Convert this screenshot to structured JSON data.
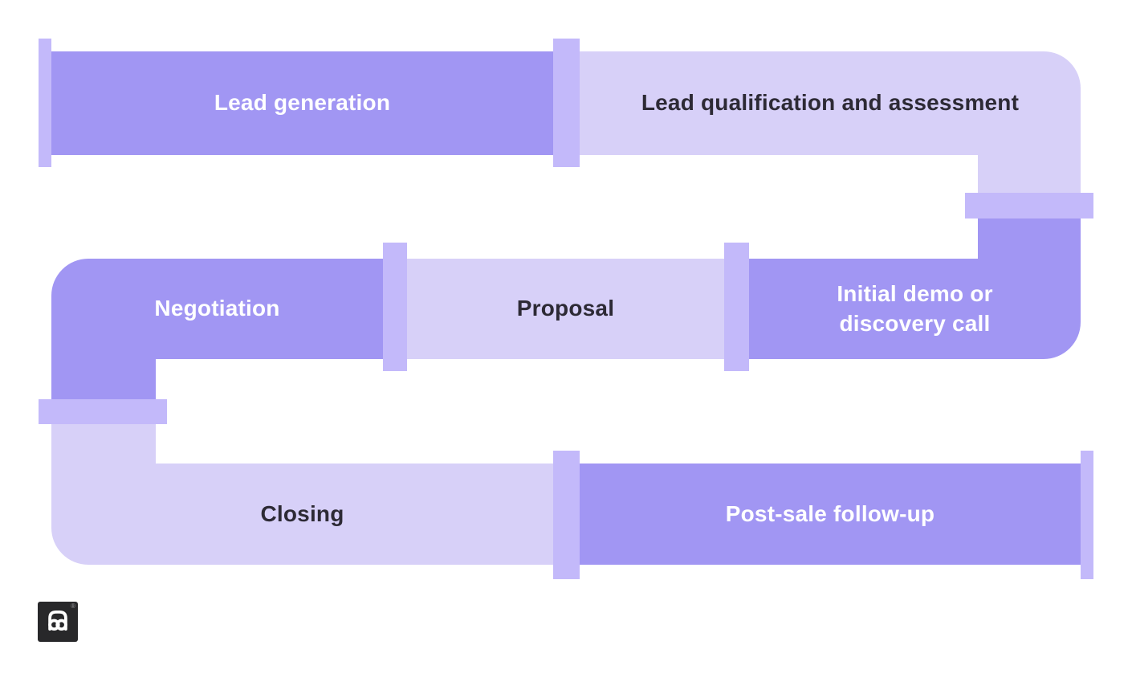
{
  "diagram": {
    "kind": "sales-pipeline-pipe-flow",
    "stages": [
      {
        "id": "lead-generation",
        "label": "Lead generation",
        "variant": "medium"
      },
      {
        "id": "lead-qualification",
        "label": "Lead qualification and assessment",
        "variant": "light"
      },
      {
        "id": "initial-demo",
        "label": "Initial demo or discovery call",
        "variant": "medium"
      },
      {
        "id": "proposal",
        "label": "Proposal",
        "variant": "light"
      },
      {
        "id": "negotiation",
        "label": "Negotiation",
        "variant": "medium"
      },
      {
        "id": "closing",
        "label": "Closing",
        "variant": "light"
      },
      {
        "id": "post-sale",
        "label": "Post-sale follow-up",
        "variant": "medium"
      }
    ]
  },
  "logo": {
    "mark": "pd",
    "registered": "®"
  },
  "colors": {
    "background": "#ffffff",
    "pipe_medium": "#a196f3",
    "pipe_light": "#d7d0f8",
    "flange": "#c3b9fa",
    "text_light": "#ffffff",
    "text_dark": "#2d2a35",
    "logo_bg": "#28282a",
    "logo_registered": "#9b9b9d"
  }
}
